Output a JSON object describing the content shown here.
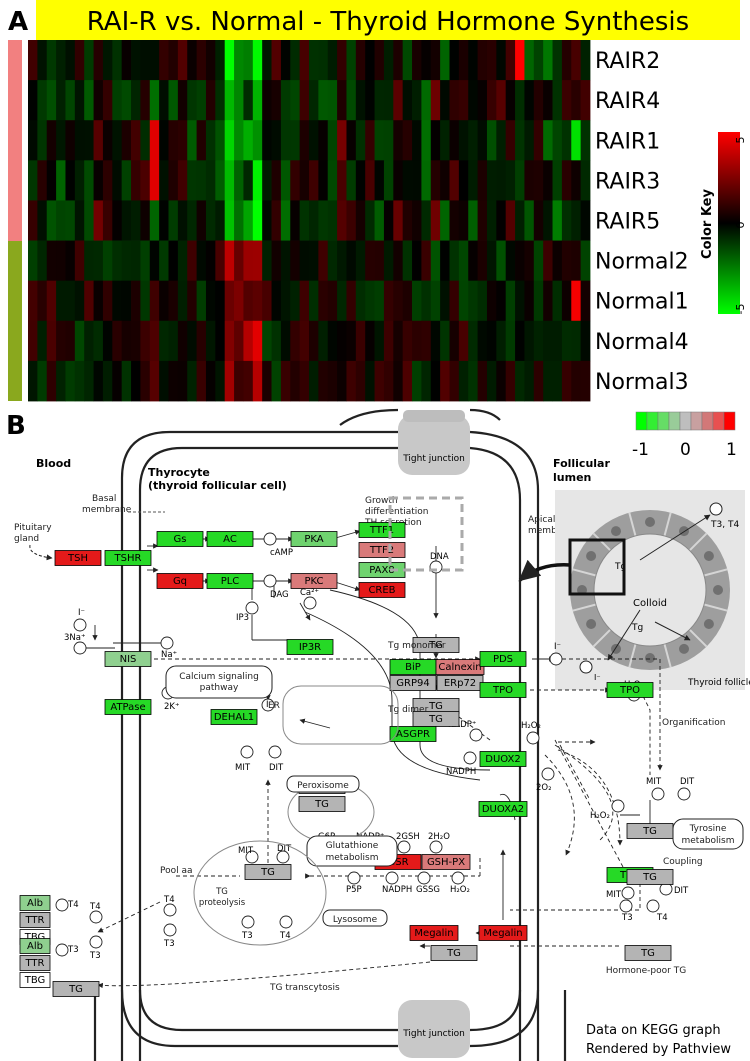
{
  "panel_a": {
    "label": "A",
    "title": "RAI-R vs. Normal - Thyroid Hormone Synthesis",
    "rows": [
      "RAIR2",
      "RAIR4",
      "RAIR1",
      "RAIR3",
      "RAIR5",
      "Normal2",
      "Normal1",
      "Normal4",
      "Normal3"
    ],
    "row_groups": [
      {
        "name": "RAI-R",
        "rows": 5,
        "color": "#f28080"
      },
      {
        "name": "Normal",
        "rows": 4,
        "color": "#8aa81e"
      }
    ],
    "color_key": {
      "title": "Color Key",
      "ticks": [
        "5",
        "0",
        "-5"
      ],
      "low": "#00ff00",
      "mid": "#000000",
      "high": "#ff0000"
    }
  },
  "panel_b": {
    "label": "B",
    "scale": {
      "ticks": [
        "-1",
        "0",
        "1"
      ]
    },
    "regions": {
      "blood": "Blood",
      "thyrocyte_1": "Thyrocyte",
      "thyrocyte_2": "(thyroid follicular cell)",
      "lumen_1": "Follicular",
      "lumen_2": "lumen",
      "tight_junction": "Tight junction",
      "basal_1": "Basal",
      "basal_2": "membrane",
      "apical_1": "Apical",
      "apical_2": "membrane",
      "pituitary_1": "Pituitary",
      "pituitary_2": "gland",
      "growth_1": "Growth",
      "growth_2": "differentiation",
      "growth_3": "TH secretion",
      "calcium_1": "Calcium signaling",
      "calcium_2": "pathway",
      "er": "ER",
      "peroxisome": "Peroxisome",
      "glutathione_1": "Glutathione",
      "glutathione_2": "metabolism",
      "lysosome": "Lysosome",
      "tyrosine_1": "Tyrosine",
      "tyrosine_2": "metabolism",
      "organification": "Organification",
      "coupling": "Coupling",
      "tg_monomer": "Tg monomer",
      "tg_dimer": "Tg dimer",
      "pool_aa": "Pool aa",
      "tg_proteolysis_1": "TG",
      "tg_proteolysis_2": "proteolysis",
      "hormone_poor": "Hormone-poor TG",
      "tg_transcytosis": "TG transcytosis",
      "follicle": "Thyroid follicle",
      "colloid": "Colloid"
    },
    "compounds": {
      "camp": "cAMP",
      "dag": "DAG",
      "ip3": "IP3",
      "ca": "Ca²⁺",
      "dna": "DNA",
      "iodide": "I⁻",
      "na": "Na⁺",
      "na3": "3Na⁺",
      "k2": "2K⁺",
      "i": "I",
      "aa": "aa",
      "mit": "MIT",
      "dit": "DIT",
      "nadp": "NADP⁺",
      "nadph": "NADPH",
      "h2o2": "H₂O₂",
      "o2": "2O₂",
      "g6p": "G6P",
      "p5p": "P5P",
      "gsh": "2GSH",
      "h2o": "2H₂O",
      "gssg": "GSSG",
      "t3": "T3",
      "t4": "T4",
      "tg": "Tg",
      "t3t4": "T3, T4"
    },
    "genes": [
      {
        "id": "TSH",
        "color": "#e41a1a"
      },
      {
        "id": "TSHR",
        "color": "#26d926"
      },
      {
        "id": "Gs",
        "color": "#26d926"
      },
      {
        "id": "AC",
        "color": "#26d926"
      },
      {
        "id": "PKA",
        "color": "#6fd36f"
      },
      {
        "id": "Gq",
        "color": "#e41a1a"
      },
      {
        "id": "PLC",
        "color": "#26d926"
      },
      {
        "id": "PKC",
        "color": "#d97a7a"
      },
      {
        "id": "TTF1",
        "color": "#26d926"
      },
      {
        "id": "TTF2",
        "color": "#d97a7a"
      },
      {
        "id": "PAX8",
        "color": "#6fd36f"
      },
      {
        "id": "CREB",
        "color": "#e41a1a"
      },
      {
        "id": "IP3R",
        "color": "#26d926"
      },
      {
        "id": "TG",
        "color": "#b4b4b4"
      },
      {
        "id": "BiP",
        "color": "#26d926"
      },
      {
        "id": "Calnexin",
        "color": "#d97a7a"
      },
      {
        "id": "GRP94",
        "color": "#b4b4b4"
      },
      {
        "id": "ERp72",
        "color": "#b4b4b4"
      },
      {
        "id": "ASGPR",
        "color": "#26d926"
      },
      {
        "id": "NIS",
        "color": "#8fd08f"
      },
      {
        "id": "ATPase",
        "color": "#26d926"
      },
      {
        "id": "DEHAL1",
        "color": "#26d926"
      },
      {
        "id": "PDS",
        "color": "#26d926"
      },
      {
        "id": "TPO",
        "color": "#26d926"
      },
      {
        "id": "DUOX2",
        "color": "#26d926"
      },
      {
        "id": "DUOXA2",
        "color": "#26d926"
      },
      {
        "id": "GSR",
        "color": "#e41a1a"
      },
      {
        "id": "GSH-PX",
        "color": "#d97a7a"
      },
      {
        "id": "Megalin",
        "color": "#e41a1a"
      },
      {
        "id": "Alb",
        "color": "#8fd08f"
      },
      {
        "id": "TTR",
        "color": "#b4b4b4"
      },
      {
        "id": "TBG",
        "color": "#ffffff"
      }
    ],
    "footer_1": "Data on KEGG graph",
    "footer_2": "Rendered by Pathview"
  }
}
